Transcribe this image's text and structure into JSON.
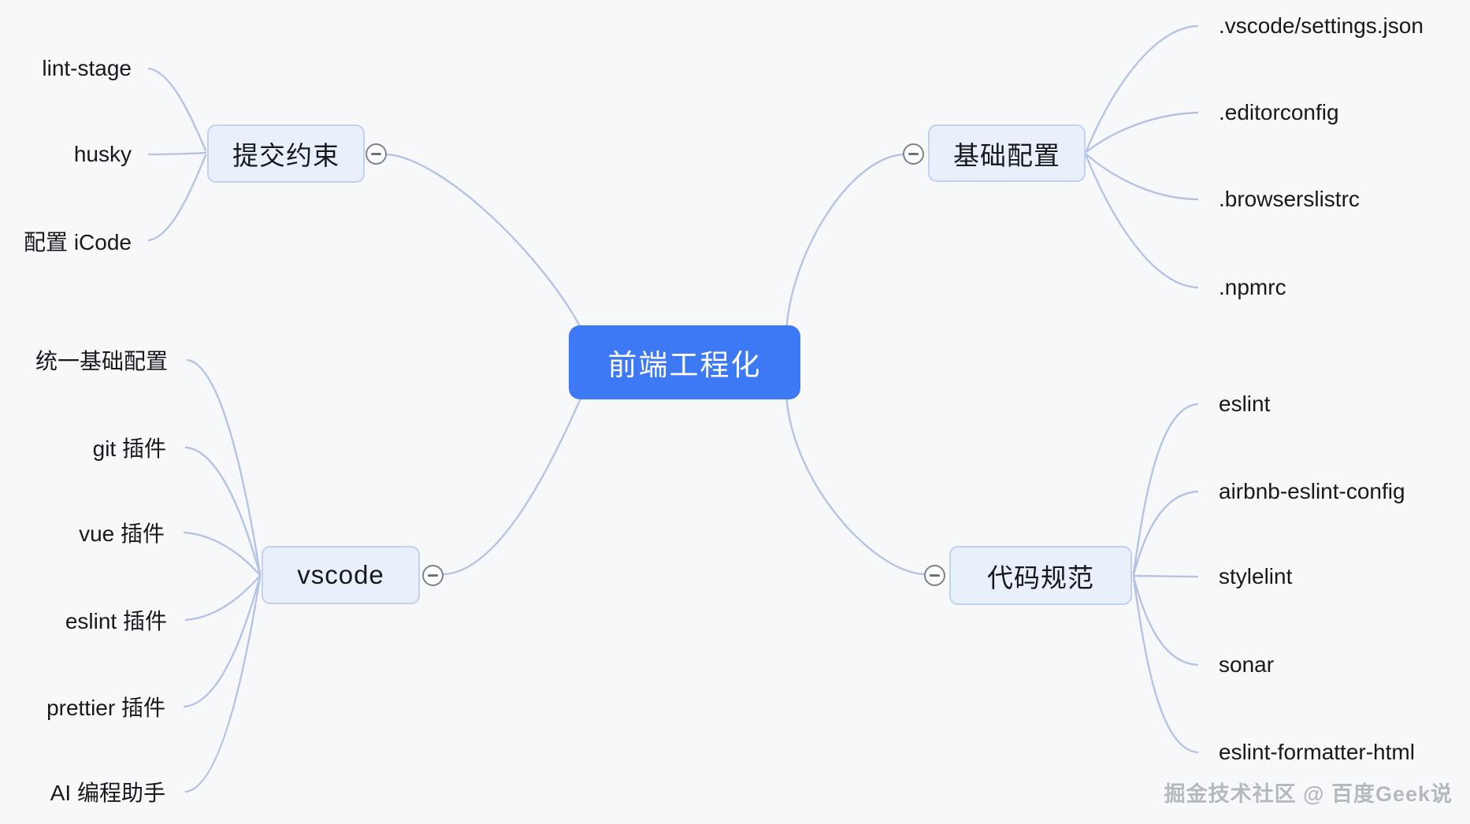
{
  "diagram": {
    "root": {
      "label": "前端工程化"
    },
    "branches": [
      {
        "label": "提交约束",
        "side": "left",
        "children": [
          "lint-stage",
          "husky",
          "配置 iCode"
        ]
      },
      {
        "label": "基础配置",
        "side": "right",
        "children": [
          ".vscode/settings.json",
          ".editorconfig",
          ".browserslistrc",
          ".npmrc"
        ]
      },
      {
        "label": "vscode",
        "side": "left",
        "children": [
          "统一基础配置",
          "git 插件",
          "vue 插件",
          "eslint 插件",
          "prettier 插件",
          "AI 编程助手"
        ]
      },
      {
        "label": "代码规范",
        "side": "right",
        "children": [
          "eslint",
          "airbnb-eslint-config",
          "stylelint",
          "sonar",
          "eslint-formatter-html"
        ]
      }
    ],
    "icons": {
      "collapse": "minus-circle-icon"
    },
    "watermark": "掘金技术社区 @ 百度Geek说"
  },
  "theme": {
    "colors": {
      "bg": "#f7f8fa",
      "accent": "#3d78f5",
      "node-fill": "#e9f0fb",
      "node-border": "#c3d1ee",
      "line": "#b6c3e4",
      "text": "#17191d",
      "watermark": "#a9adb5"
    }
  }
}
